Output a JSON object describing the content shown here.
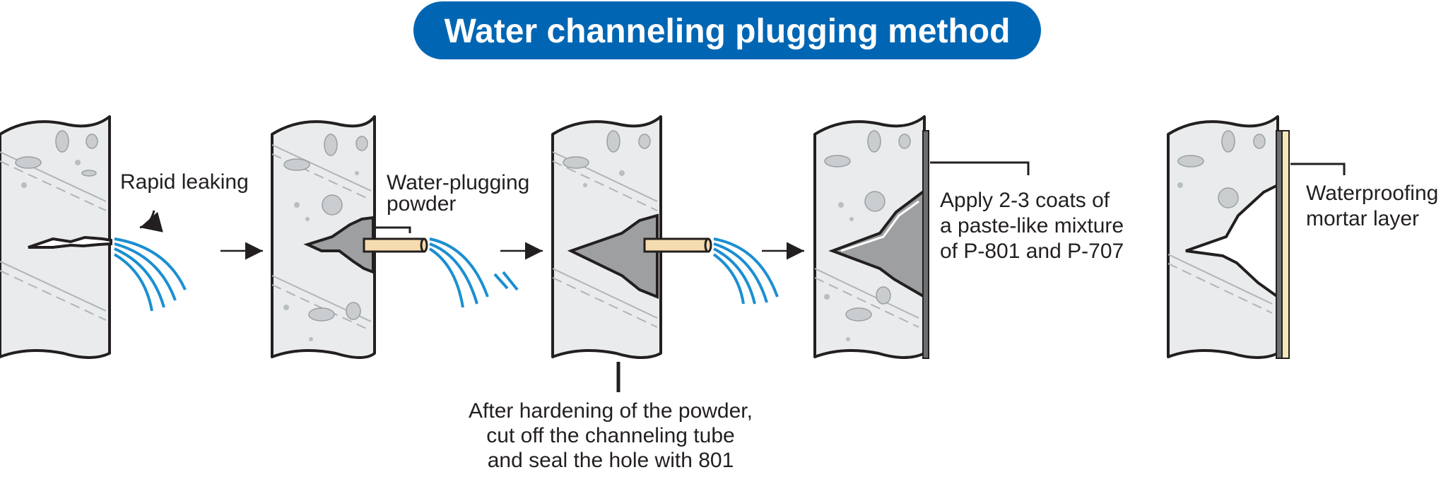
{
  "title": "Water channeling plugging method",
  "colors": {
    "title_bg": "#0066b3",
    "water": "#1b8fd1",
    "concrete": "#e9ebec",
    "tube": "#f5dcae",
    "mortar": "#f5e6b8"
  },
  "steps": [
    {
      "label_lines": [
        "Rapid leaking"
      ]
    },
    {
      "label_lines": [
        "Water-plugging",
        "powder"
      ]
    },
    {
      "label_lines": [
        "After hardening of the powder,",
        "cut off the channeling tube",
        "and seal the hole with 801"
      ]
    },
    {
      "label_lines": [
        "Apply 2-3 coats of",
        "a paste-like mixture",
        "of P-801 and P-707"
      ]
    },
    {
      "label_lines": [
        "Waterproofing",
        "mortar layer"
      ]
    }
  ]
}
